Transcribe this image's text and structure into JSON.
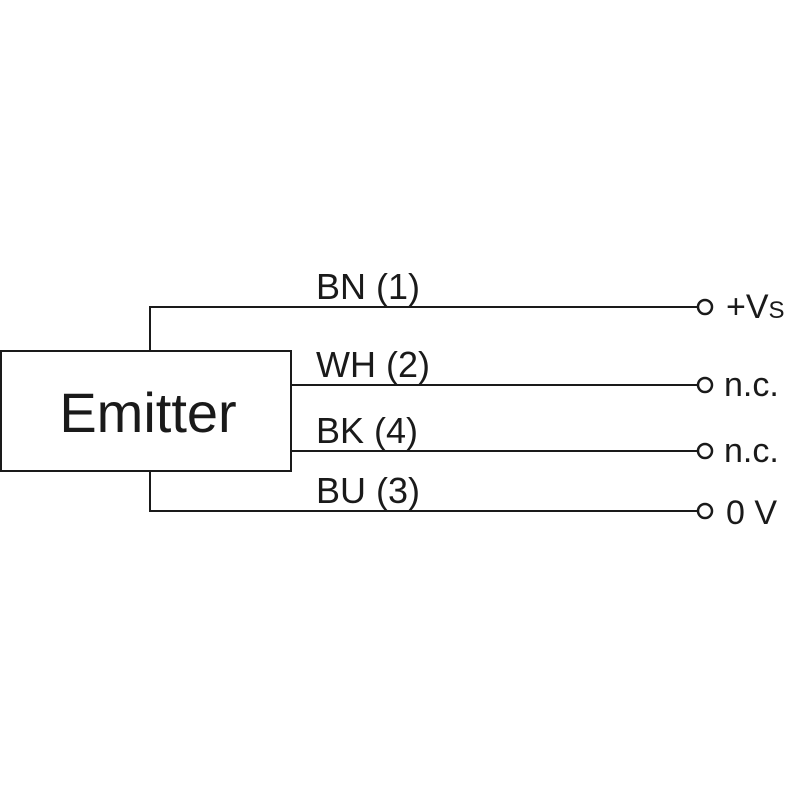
{
  "emitter": {
    "label": "Emitter"
  },
  "wires": [
    {
      "label": "BN (1)",
      "terminal_main": "+V",
      "terminal_sub": "S"
    },
    {
      "label": "WH (2)",
      "terminal_main": "n.c.",
      "terminal_sub": ""
    },
    {
      "label": "BK (4)",
      "terminal_main": "n.c.",
      "terminal_sub": ""
    },
    {
      "label": "BU (3)",
      "terminal_main": "0 V",
      "terminal_sub": ""
    }
  ]
}
